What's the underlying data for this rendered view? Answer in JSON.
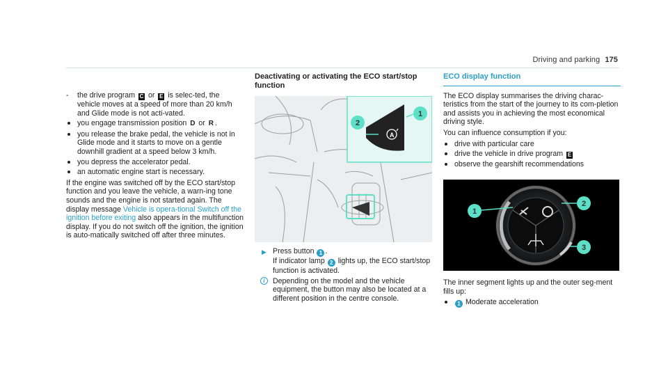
{
  "header": {
    "section": "Driving and parking",
    "page": "175"
  },
  "col1": {
    "dash_item": {
      "a": "the drive program",
      "key1": "C",
      "or": "or",
      "key2": "E",
      "b": "is selec-ted, the vehicle moves at a speed of more than 20 km/h and Glide mode is not acti-vated."
    },
    "bullets": [
      {
        "a": "you engage transmission position",
        "k1": "D",
        "or": "or",
        "k2": "R",
        "b": "."
      },
      {
        "text": "you release the brake pedal, the vehicle is not in Glide mode and it starts to move on a gentle downhill gradient at a speed below 3 km/h."
      },
      {
        "text": "you depress the accelerator pedal."
      },
      {
        "text": "an automatic engine start is necessary."
      }
    ],
    "para_a": "If the engine was switched off by the ECO start/stop function and you leave the vehicle, a warn-ing tone sounds and the engine is not started again. The display message",
    "para_link": "Vehicle is opera-tional Switch off the ignition before exiting",
    "para_b": "also appears in the multifunction display. If you do not switch off the ignition, the ignition is auto-matically switched off after three minutes."
  },
  "col2": {
    "heading": "Deactivating or activating the ECO start/stop function",
    "fig_callouts": [
      "1",
      "2"
    ],
    "fig_symbol": "A",
    "step_a": "Press button",
    "step_n1": "1",
    "step_b": ".",
    "step_c": "If indicator lamp",
    "step_n2": "2",
    "step_d": "lights up, the ECO start/stop function is activated.",
    "info_icon": "i",
    "info": "Depending on the model and the vehicle equipment, the button may also be located at a different position in the centre console."
  },
  "col3": {
    "heading": "ECO display function",
    "intro": "The ECO display summarises the driving charac-teristics from the start of the journey to its com-pletion and assists you in achieving the most economical driving style.",
    "influence": "You can influence consumption if you:",
    "bullets": [
      {
        "text": "drive with particular care"
      },
      {
        "a": "drive the vehicle in drive program",
        "key": "E"
      },
      {
        "text": "observe the gearshift recommendations"
      }
    ],
    "fig_callouts": [
      "1",
      "2",
      "3"
    ],
    "after_fig": "The inner segment lights up and the outer seg-ment fills up:",
    "list_num": "1",
    "list_item": "Moderate acceleration"
  },
  "colors": {
    "accent": "#29a0c8",
    "callout": "#5de0c8"
  }
}
